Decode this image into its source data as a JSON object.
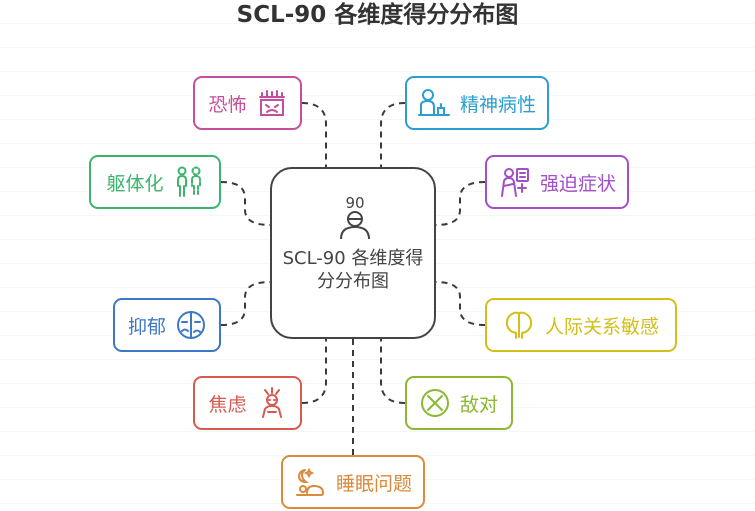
{
  "title": "SCL-90 各维度得分分布图",
  "center": {
    "label": "SCL-90 各维度得分分布图",
    "icon": "person-score-90-icon"
  },
  "nodes": {
    "kongbu": {
      "label": "恐怖",
      "color": "#c4509a",
      "icon": "haunted-house-icon"
    },
    "jingshenbingxing": {
      "label": "精神病性",
      "color": "#2a9fd0",
      "icon": "person-at-desk-icon"
    },
    "quti": {
      "label": "躯体化",
      "color": "#3db46d",
      "icon": "two-persons-icon"
    },
    "qiangpo": {
      "label": "强迫症状",
      "color": "#a24fc9",
      "icon": "compulsive-person-icon"
    },
    "yiyu": {
      "label": "抑郁",
      "color": "#3d78c6",
      "icon": "sad-mask-icon"
    },
    "renji": {
      "label": "人际关系敏感",
      "color": "#d3bf1a",
      "icon": "faces-profile-icon"
    },
    "jiaolv": {
      "label": "焦虑",
      "color": "#d85a4f",
      "icon": "stressed-person-icon"
    },
    "didui": {
      "label": "敌对",
      "color": "#8ab830",
      "icon": "cross-circle-icon"
    },
    "shuimian": {
      "label": "睡眠问题",
      "color": "#d98a3a",
      "icon": "sleeping-person-icon"
    }
  }
}
